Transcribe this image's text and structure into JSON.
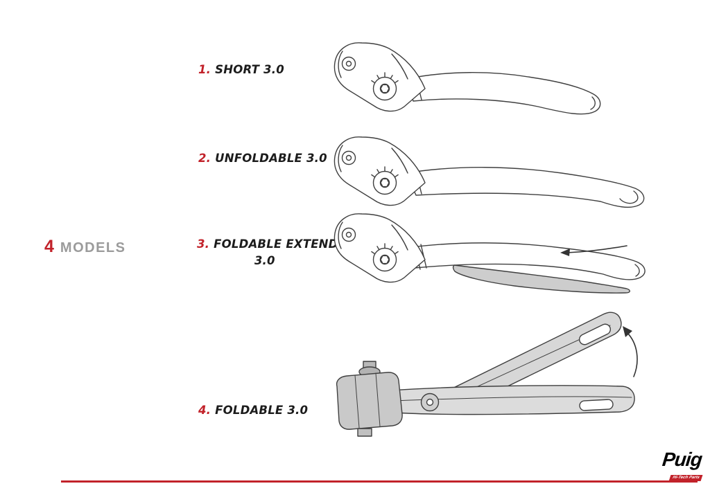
{
  "page": {
    "background": "#ffffff",
    "accent": "#c2222a",
    "heading_gray": "#9b9b9b",
    "line_art": "#3f3f3f",
    "shade_gray": "#cdcdcd"
  },
  "heading": {
    "number": "4",
    "label": "MODELS"
  },
  "models": [
    {
      "number": "1.",
      "name": "SHORT 3.0"
    },
    {
      "number": "2.",
      "name": "UNFOLDABLE 3.0"
    },
    {
      "number": "3.",
      "name": "FOLDABLE EXTENDABLE",
      "name_line2": "3.0"
    },
    {
      "number": "4.",
      "name": "FOLDABLE 3.0"
    }
  ],
  "illustrations": [
    {
      "name": "short-3-0-lever-drawing"
    },
    {
      "name": "unfoldable-3-0-lever-drawing"
    },
    {
      "name": "foldable-extendable-3-0-lever-drawing",
      "arrow": "extend-direction-left"
    },
    {
      "name": "foldable-3-0-lever-drawing",
      "arrow": "fold-direction-up"
    }
  ],
  "logo": {
    "brand": "Puig",
    "tagline": "Hi-Tech Parts"
  }
}
